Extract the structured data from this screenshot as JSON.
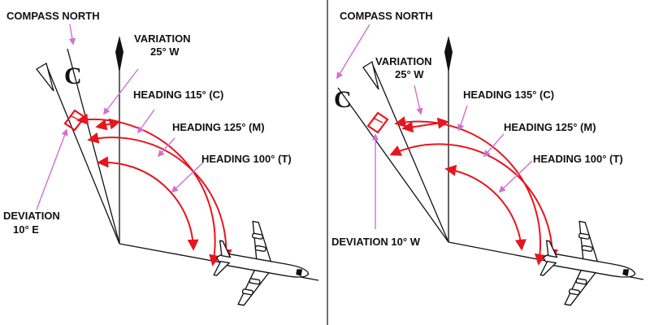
{
  "colors": {
    "arc_red": "#e8141e",
    "pointer_pink": "#d16fd0",
    "line_black": "#111111",
    "background": "#ffffff"
  },
  "panels": [
    {
      "id": "left",
      "compass_north": "COMPASS NORTH",
      "compass_letter": "C",
      "variation_title": "VARIATION",
      "variation_value": "25° W",
      "heading_c": "HEADING 115° (C)",
      "heading_m": "HEADING 125° (M)",
      "heading_t": "HEADING 100° (T)",
      "deviation_line1": "DEVIATION",
      "deviation_line2": "10° E"
    },
    {
      "id": "right",
      "compass_north": "COMPASS NORTH",
      "compass_letter": "C",
      "variation_title": "VARIATION",
      "variation_value": "25° W",
      "heading_c": "HEADING 135° (C)",
      "heading_m": "HEADING 125° (M)",
      "heading_t": "HEADING 100° (T)",
      "deviation_line1": "DEVIATION 10° W"
    }
  ]
}
